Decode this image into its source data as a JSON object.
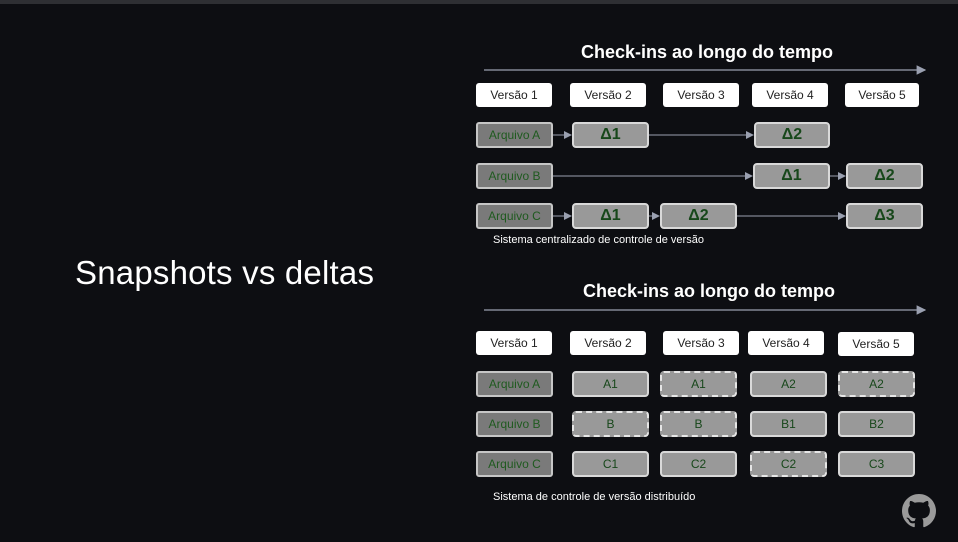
{
  "main_title": "Snapshots vs deltas",
  "top_diagram": {
    "title": "Check-ins ao longo do tempo",
    "versions": [
      "Versão 1",
      "Versão 2",
      "Versão 3",
      "Versão 4",
      "Versão 5"
    ],
    "files": [
      "Arquivo A",
      "Arquivo B",
      "Arquivo C"
    ],
    "deltas": {
      "a_v2": "Δ1",
      "a_v4": "Δ2",
      "b_v4": "Δ1",
      "b_v5": "Δ2",
      "c_v2": "Δ1",
      "c_v3": "Δ2",
      "c_v5": "Δ3"
    },
    "caption": "Sistema centralizado de controle de versão"
  },
  "bottom_diagram": {
    "title": "Check-ins ao longo do tempo",
    "versions": [
      "Versão 1",
      "Versão 2",
      "Versão 3",
      "Versão 4",
      "Versão 5"
    ],
    "files": [
      "Arquivo A",
      "Arquivo B",
      "Arquivo C"
    ],
    "snapshots": {
      "a": [
        "A1",
        "A1",
        "A2",
        "A2"
      ],
      "b": [
        "B",
        "B",
        "B1",
        "B2"
      ],
      "c": [
        "C1",
        "C2",
        "C2",
        "C3"
      ]
    },
    "caption": "Sistema de controle de versão distribuído"
  },
  "logo_icon": "github-icon"
}
